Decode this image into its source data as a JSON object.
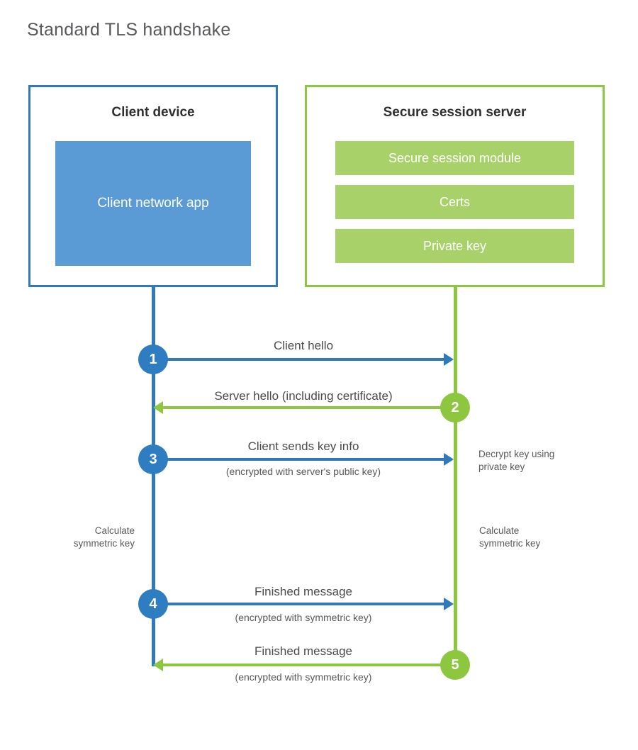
{
  "diagram": {
    "title": "Standard TLS handshake",
    "colors": {
      "client_accent": "#3279b8",
      "client_block": "#5b9bd5",
      "server_accent": "#8dc63f",
      "server_block": "#a9d169",
      "step_blue": "#2e7dc0",
      "step_green": "#8dc63f",
      "text": "#58595b",
      "background": "#ffffff"
    },
    "client": {
      "title": "Client device",
      "component": "Client network app"
    },
    "server": {
      "title": "Secure session server",
      "components": [
        "Secure session module",
        "Certs",
        "Private key"
      ]
    },
    "steps": [
      {
        "number": "1",
        "label": "Client hello",
        "sublabel": "",
        "direction": "client-to-server"
      },
      {
        "number": "2",
        "label": "Server hello (including certificate)",
        "sublabel": "",
        "direction": "server-to-client"
      },
      {
        "number": "3",
        "label": "Client sends key info",
        "sublabel": "(encrypted with server's public key)",
        "direction": "client-to-server"
      },
      {
        "number": "4",
        "label": "Finished message",
        "sublabel": "(encrypted with symmetric key)",
        "direction": "client-to-server"
      },
      {
        "number": "5",
        "label": "Finished message",
        "sublabel": "(encrypted with symmetric key)",
        "direction": "server-to-client"
      }
    ],
    "notes": {
      "server_decrypt": "Decrypt key using\nprivate key",
      "server_decrypt_line1": "Decrypt key using",
      "server_decrypt_line2": "private key",
      "client_calculate_line1": "Calculate",
      "client_calculate_line2": "symmetric key",
      "server_calculate_line1": "Calculate",
      "server_calculate_line2": "symmetric key"
    }
  }
}
